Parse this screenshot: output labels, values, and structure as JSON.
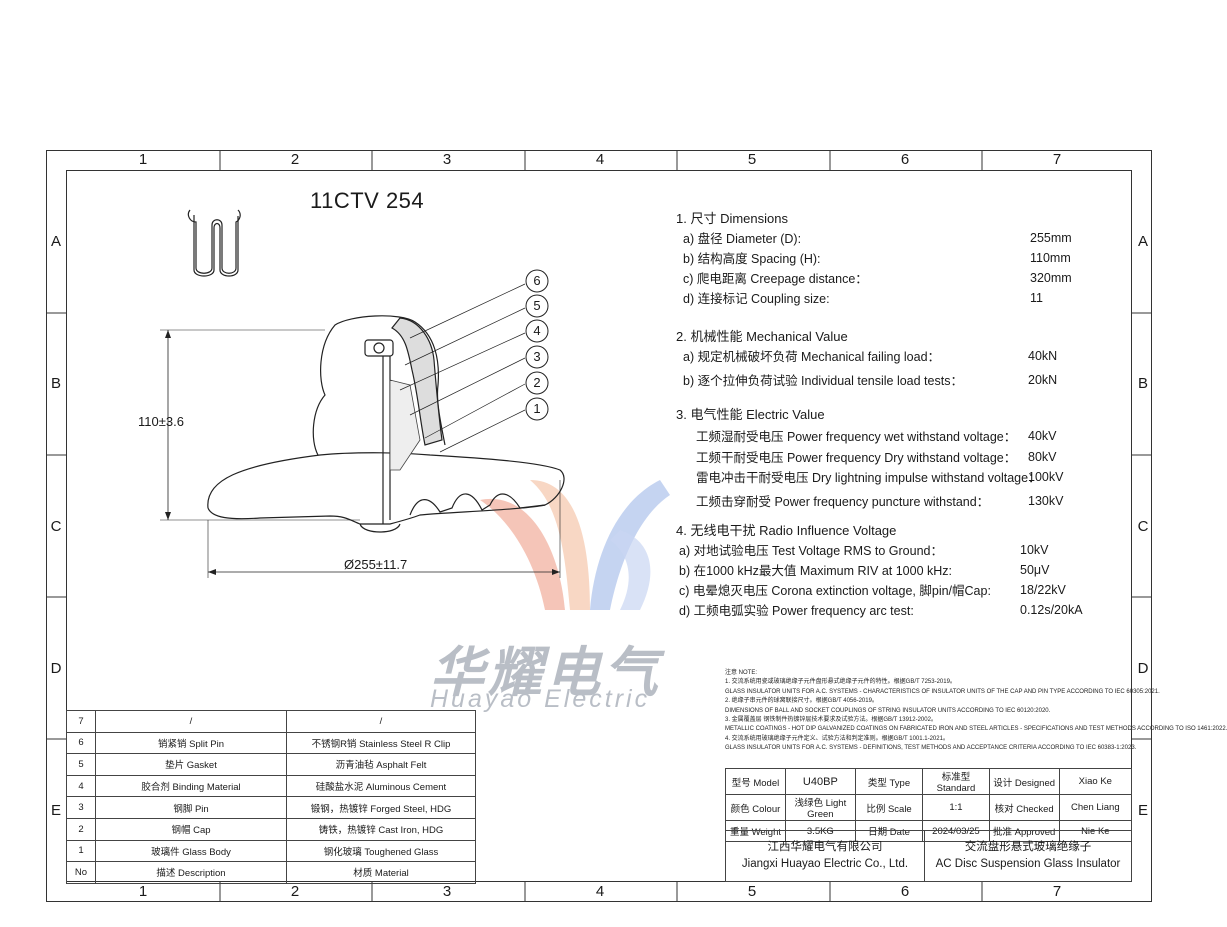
{
  "title": "11CTV 254",
  "columns": [
    "1",
    "2",
    "3",
    "4",
    "5",
    "6",
    "7"
  ],
  "rows": [
    "A",
    "B",
    "C",
    "D",
    "E"
  ],
  "dimensions": {
    "height": "110±3.6",
    "diameter": "Ø255±11.7",
    "callouts": [
      "6",
      "5",
      "4",
      "3",
      "2",
      "1"
    ]
  },
  "specs": {
    "dim_header": "1. 尺寸 Dimensions",
    "dim_items": [
      {
        "label": "a) 盘径 Diameter (D):",
        "value": "255mm"
      },
      {
        "label": "b) 结构高度 Spacing (H):",
        "value": "110mm"
      },
      {
        "label": "c) 爬电距离  Creepage distance：",
        "value": "320mm"
      },
      {
        "label": "d) 连接标记 Coupling size:",
        "value": "11"
      }
    ],
    "mech_header": "2. 机械性能 Mechanical Value",
    "mech_items": [
      {
        "label": "a) 规定机械破坏负荷 Mechanical failing load：",
        "value": "40kN"
      },
      {
        "label": "b) 逐个拉伸负荷试验 Individual tensile load tests：",
        "value": "20kN"
      }
    ],
    "elec_header": "3. 电气性能 Electric Value",
    "elec_items": [
      {
        "label": "工频湿耐受电压 Power frequency wet withstand voltage：",
        "value": "40kV"
      },
      {
        "label": "工频干耐受电压 Power frequency Dry withstand voltage：",
        "value": "80kV"
      },
      {
        "label": "雷电冲击干耐受电压 Dry lightning impulse withstand voltage：",
        "value": "100kV"
      },
      {
        "label": "工频击穿耐受  Power frequency puncture withstand：",
        "value": "130kV"
      }
    ],
    "radio_header": "4. 无线电干扰 Radio Influence Voltage",
    "radio_items": [
      {
        "label": "a) 对地试验电压 Test Voltage RMS to Ground：",
        "value": "10kV"
      },
      {
        "label": "b) 在1000 kHz最大值 Maximum RIV at 1000 kHz:",
        "value": "50μV"
      },
      {
        "label": "c) 电晕熄灭电压 Corona extinction voltage, 脚pin/帽Cap:",
        "value": "18/22kV"
      },
      {
        "label": "d) 工频电弧实验 Power frequency arc test:",
        "value": "0.12s/20kA"
      }
    ]
  },
  "notes": [
    "注意 NOTE:",
    "1. 交流系统用瓷或玻璃绝缘子元件盘形悬式绝缘子元件的特性。根据GB/T 7253-2019。",
    "GLASS INSULATOR UNITS FOR A.C. SYSTEMS - CHARACTERISTICS OF INSULATOR UNITS OF THE CAP AND PIN TYPE ACCORDING TO IEC 60305:2021.",
    "2. 绝缘子串元件的球窝联接尺寸。根据GB/T 4056-2019。",
    "DIMENSIONS OF BALL AND SOCKET COUPLINGS OF STRING INSULATOR UNITS ACCORDING TO IEC 60120:2020.",
    "3. 金属覆盖层  钢铁制件热镀锌层技术要求及试验方法。根据GB/T 13912-2002。",
    "METALLIC COATINGS - HOT DIP GALVANIZED COATINGS ON FABRICATED IRON AND STEEL ARTICLES - SPECIFICATIONS AND TEST METHODS ACCORDING TO ISO 1461:2022.",
    "4. 交流系统用玻璃绝缘子元件定义、试验方法和判定准则。根据GB/T 1001.1-2021。",
    "GLASS INSULATOR UNITS FOR A.C. SYSTEMS - DEFINITIONS, TEST METHODS AND ACCEPTANCE CRITERIA ACCORDING TO IEC 60383-1:2023."
  ],
  "bom": [
    {
      "no": "7",
      "a": "/",
      "b": "/"
    },
    {
      "no": "6",
      "a": "销紧销  Split Pin",
      "b": "不锈钢R销  Stainless Steel R Clip"
    },
    {
      "no": "5",
      "a": "垫片  Gasket",
      "b": "沥青油毡  Asphalt Felt"
    },
    {
      "no": "4",
      "a": "胶合剂  Binding Material",
      "b": "硅酸盐水泥  Aluminous Cement"
    },
    {
      "no": "3",
      "a": "钢脚  Pin",
      "b": "锻钢，热镀锌  Forged Steel, HDG"
    },
    {
      "no": "2",
      "a": "钢帽  Cap",
      "b": "铸铁，热镀锌  Cast Iron, HDG"
    },
    {
      "no": "1",
      "a": "玻璃件  Glass Body",
      "b": "钢化玻璃  Toughened Glass"
    },
    {
      "no": "No",
      "a": "描述  Description",
      "b": "材质  Material"
    }
  ],
  "titleblock": {
    "model_label": "型号 Model",
    "model": "U40BP",
    "type_label": "类型 Type",
    "type": "标准型 Standard",
    "designed_label": "设计 Designed",
    "designed": "Xiao Ke",
    "colour_label": "颜色 Colour",
    "colour": "浅绿色 Light Green",
    "scale_label": "比例  Scale",
    "scale": "1:1",
    "checked_label": "核对 Checked",
    "checked": "Chen Liang",
    "weight_label": "重量 Weight",
    "weight": "3.5KG",
    "date_label": "日期 Date",
    "date": "2024/03/25",
    "approved_label": "批准 Approved",
    "approved": "Nie Ke",
    "company_cn": "江西华耀电气有限公司",
    "company_en": "Jiangxi Huayao Electric Co., Ltd.",
    "product_cn": "交流盘形悬式玻璃绝缘子",
    "product_en": "AC Disc Suspension Glass Insulator"
  },
  "watermark": {
    "cn": "华耀电气",
    "en": "Huayao Electric"
  }
}
